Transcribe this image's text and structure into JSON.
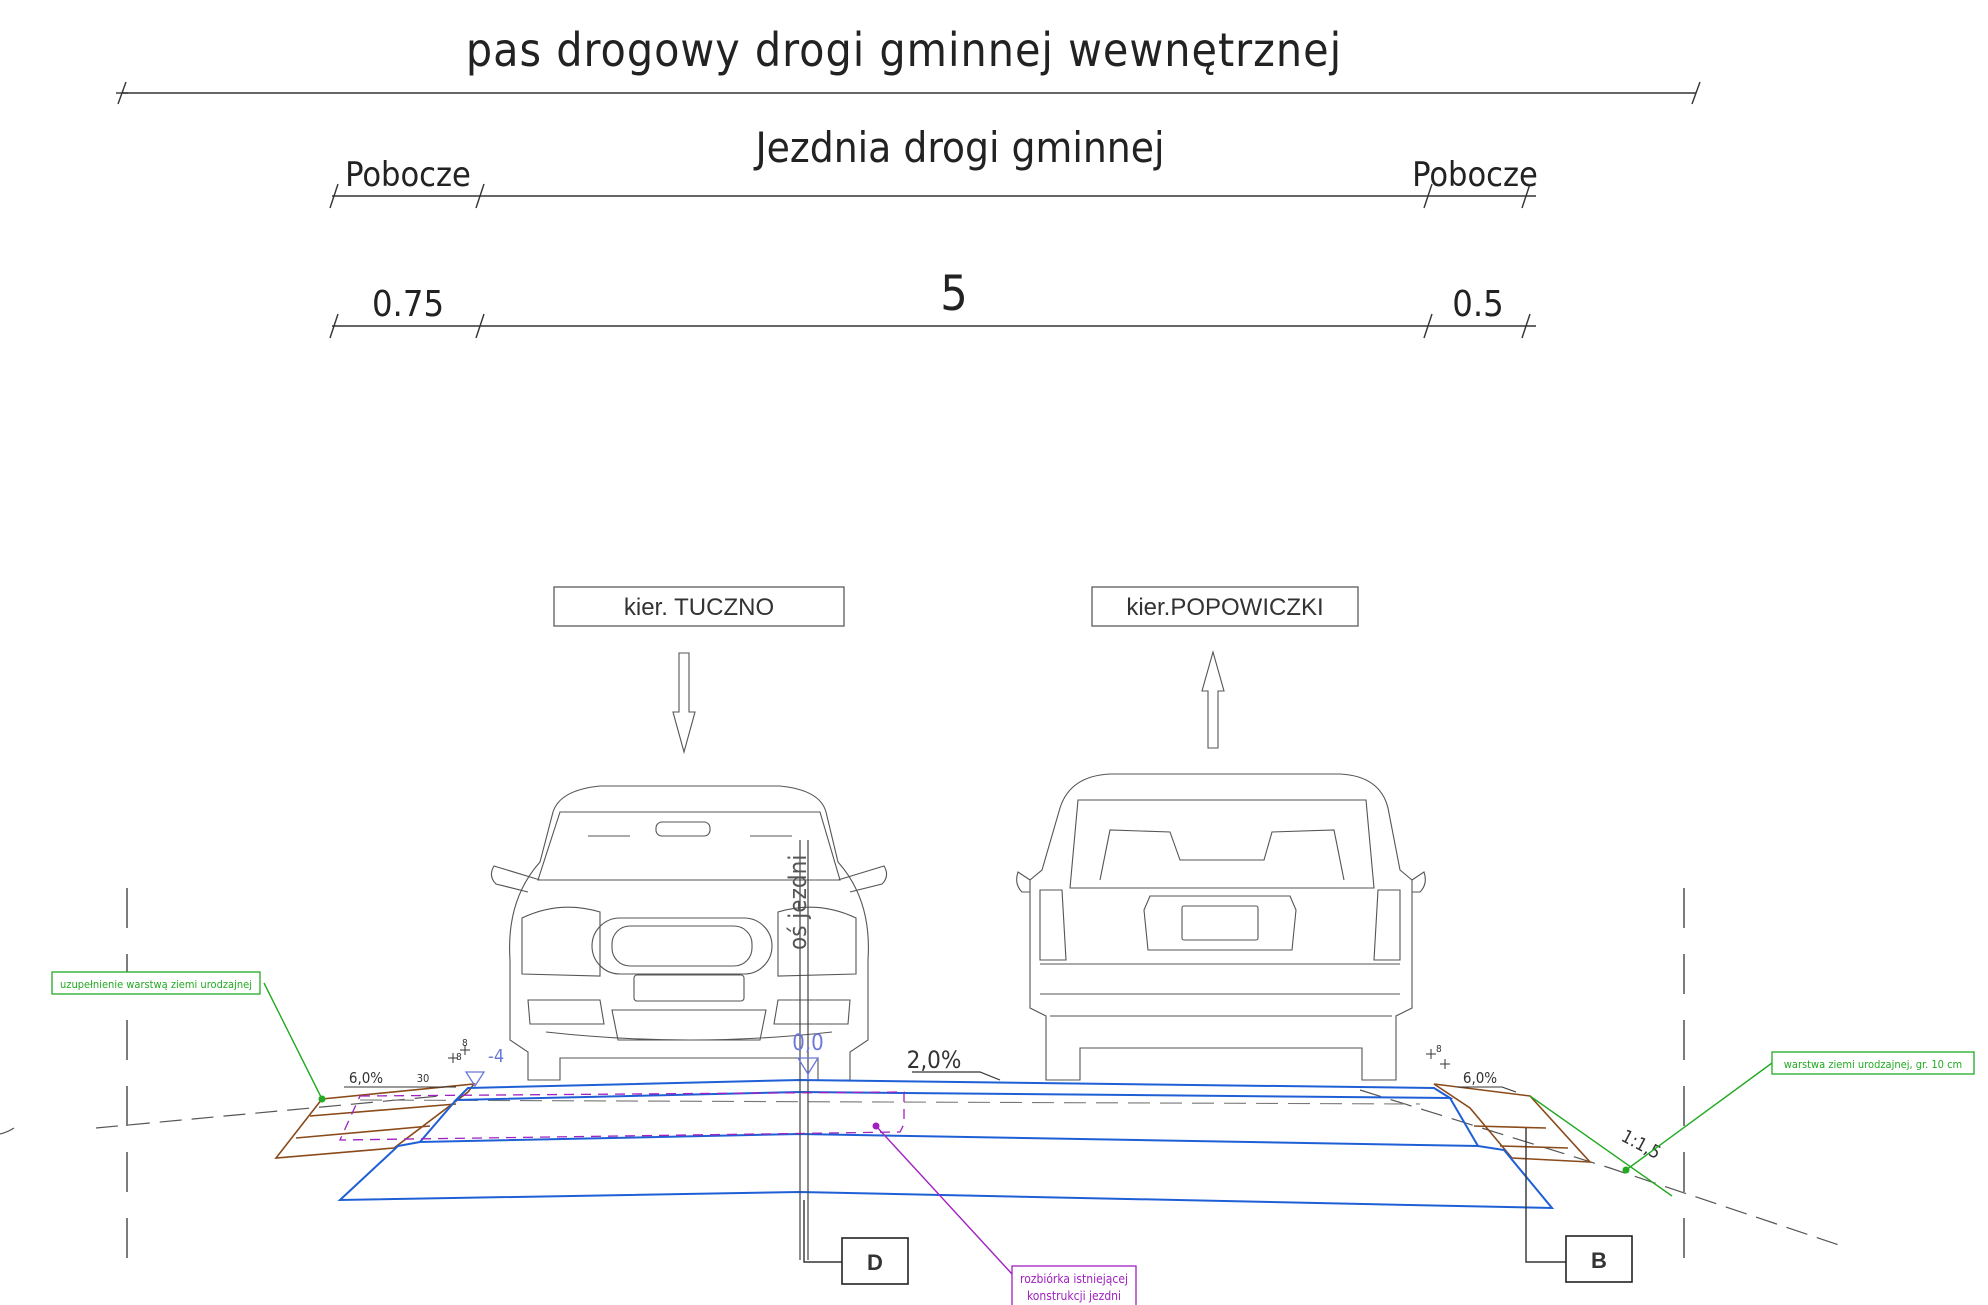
{
  "dimensions": {
    "right_of_way_label": "pas drogowy drogi gminnej wewnętrznej",
    "carriageway_label": "Jezdnia drogi gminnej",
    "shoulder_left_label": "Pobocze",
    "shoulder_right_label": "Pobocze",
    "shoulder_left_width": "0.75",
    "carriageway_width": "5",
    "shoulder_right_width": "0.5"
  },
  "directions": {
    "left": "kier. TUCZNO",
    "right": "kier.POPOWICZKI"
  },
  "cross_section": {
    "axis_label": "oś jezdni",
    "axis_elevation": "0,0",
    "left_edge_mark": "-4",
    "road_slope": "2,0%",
    "left_shoulder_slope": "6,0%",
    "right_shoulder_slope": "6,0%",
    "left_shoulder_dim": "30",
    "embankment_slope": "1:1,5",
    "small_mark_a": "8",
    "small_mark_b": "8"
  },
  "callouts": {
    "topsoil_fill": "uzupełnienie warstwą ziemi urodzajnej",
    "topsoil_layer": "warstwa ziemi urodzajnej, gr. 10 cm",
    "demolition": [
      "rozbiórka istniejącej",
      "konstrukcji jezdni"
    ]
  },
  "detail_marks": {
    "center": "D",
    "right": "B"
  },
  "colors": {
    "pavement": "#1f5fd6",
    "shoulder": "#8a4a1a",
    "callout_green": "#22aa22",
    "callout_magenta": "#a020c0",
    "elevation_marker": "#6a78d8"
  }
}
